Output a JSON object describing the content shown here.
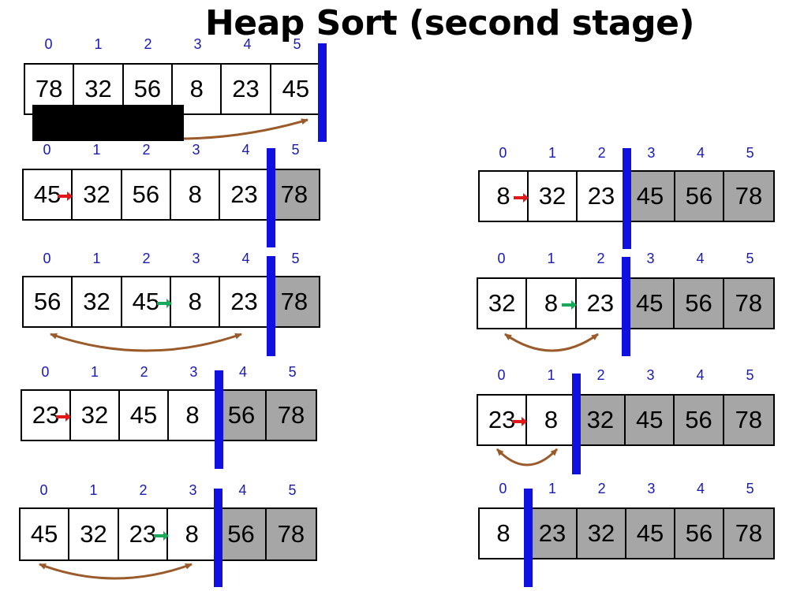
{
  "title": "Heap Sort (second stage)",
  "colors": {
    "sorted_fill": "#a6a6a6",
    "divider": "#1010e0",
    "index": "#1a1ab4",
    "swap_arrow": "#9a5a2a",
    "marker_red": "#e01818",
    "marker_green": "#1aa85a"
  },
  "left_arrays": [
    {
      "indices": [
        "0",
        "1",
        "2",
        "3",
        "4",
        "5"
      ],
      "values": [
        "78",
        "32",
        "56",
        "8",
        "23",
        "45"
      ],
      "sorted_from": 6,
      "marker": null
    },
    {
      "indices": [
        "0",
        "1",
        "2",
        "3",
        "4",
        "5"
      ],
      "values": [
        "45",
        "32",
        "56",
        "8",
        "23",
        "78"
      ],
      "sorted_from": 5,
      "marker": "red"
    },
    {
      "indices": [
        "0",
        "1",
        "2",
        "3",
        "4",
        "5"
      ],
      "values": [
        "56",
        "32",
        "45",
        "8",
        "23",
        "78"
      ],
      "sorted_from": 5,
      "marker": "green"
    },
    {
      "indices": [
        "0",
        "1",
        "2",
        "3",
        "4",
        "5"
      ],
      "values": [
        "23",
        "32",
        "45",
        "8",
        "56",
        "78"
      ],
      "sorted_from": 4,
      "marker": "red"
    },
    {
      "indices": [
        "0",
        "1",
        "2",
        "3",
        "4",
        "5"
      ],
      "values": [
        "45",
        "32",
        "23",
        "8",
        "56",
        "78"
      ],
      "sorted_from": 4,
      "marker": "green"
    }
  ],
  "right_arrays": [
    {
      "indices": [
        "0",
        "1",
        "2",
        "3",
        "4",
        "5"
      ],
      "values": [
        "8",
        "32",
        "23",
        "45",
        "56",
        "78"
      ],
      "sorted_from": 3,
      "marker": "red"
    },
    {
      "indices": [
        "0",
        "1",
        "2",
        "3",
        "4",
        "5"
      ],
      "values": [
        "32",
        "8",
        "23",
        "45",
        "56",
        "78"
      ],
      "sorted_from": 3,
      "marker": "green"
    },
    {
      "indices": [
        "0",
        "1",
        "2",
        "3",
        "4",
        "5"
      ],
      "values": [
        "23",
        "8",
        "32",
        "45",
        "56",
        "78"
      ],
      "sorted_from": 2,
      "marker": "red"
    },
    {
      "indices": [
        "0",
        "1",
        "2",
        "3",
        "4",
        "5"
      ],
      "values": [
        "8",
        "23",
        "32",
        "45",
        "56",
        "78"
      ],
      "sorted_from": 1,
      "marker": null
    }
  ]
}
